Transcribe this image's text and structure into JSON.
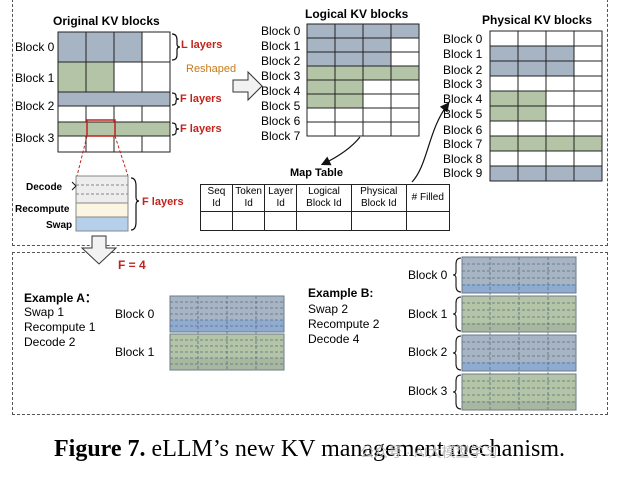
{
  "top_section": {
    "original": {
      "title": "Original KV blocks",
      "blocks": [
        "Block 0",
        "Block 1",
        "Block 2",
        "Block 3"
      ],
      "l_layers": "L layers",
      "f_layers_1": "F layers",
      "f_layers_2": "F layers",
      "detail": {
        "decode": "Decode",
        "recompute": "Recompute",
        "swap": "Swap",
        "f_layers": "F layers"
      }
    },
    "reshaped": "Reshaped",
    "logical": {
      "title": "Logical KV blocks",
      "blocks": [
        "Block 0",
        "Block 1",
        "Block 2",
        "Block 3",
        "Block 4",
        "Block 5",
        "Block 6",
        "Block 7"
      ]
    },
    "physical": {
      "title": "Physical KV blocks",
      "blocks": [
        "Block 0",
        "Block 1",
        "Block 2",
        "Block 3",
        "Block 4",
        "Block 5",
        "Block 6",
        "Block 7",
        "Block 8",
        "Block 9"
      ]
    },
    "map_table": {
      "title": "Map Table",
      "headers": [
        [
          "Seq",
          "Id"
        ],
        [
          "Token",
          "Id"
        ],
        [
          "Layer",
          "Id"
        ],
        [
          "Logical",
          "Block Id"
        ],
        [
          "Physical",
          "Block Id"
        ],
        [
          "# Filled"
        ]
      ]
    }
  },
  "bottom_section": {
    "f_value": "F = 4",
    "example_a": {
      "title": "Example A：",
      "lines": [
        "Swap 1",
        "Recompute 1",
        "Decode 2"
      ],
      "blocks": [
        "Block 0",
        "Block 1"
      ]
    },
    "example_b": {
      "title": "Example B:",
      "lines": [
        "Swap 2",
        "Recompute 2",
        "Decode 4"
      ],
      "blocks": [
        "Block 0",
        "Block 1",
        "Block 2",
        "Block 3"
      ]
    }
  },
  "caption": {
    "label": "Figure 7.",
    "text": " eLLM’s new KV management mechanism."
  },
  "watermark": "公众号 · AI大模型学习",
  "colors": {
    "gray_blue": "#a7b4c3",
    "green": "#b4c4a6",
    "light_blue": "#b6cfea",
    "cream": "#fbf5e2",
    "red_label": "#c0241c",
    "orange_label": "#c77a1a"
  }
}
